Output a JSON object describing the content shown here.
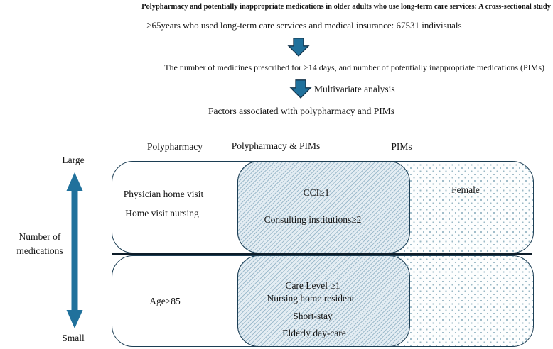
{
  "title": "Polypharmacy and potentially inappropriate medications in older adults who use long-term care services: A cross-sectional study",
  "flow": {
    "population": "≥65years who used long-term care services and medical insurance: 67531 indivisuals",
    "measures": "The number of medicines prescribed for ≥14 days, and number of potentially inappropriate medications (PIMs)",
    "analysis_label": "Multivariate analysis",
    "outcome": "Factors associated with polypharmacy and PIMs"
  },
  "columns": {
    "left": "Polypharmacy",
    "middle": "Polypharmacy & PIMs",
    "right": "PIMs"
  },
  "axis": {
    "top": "Large",
    "bottom": "Small",
    "label_line1": "Number of",
    "label_line2": "medications"
  },
  "regions": {
    "polypharmacy_large": {
      "items": [
        "Physician home visit",
        "Home visit nursing"
      ]
    },
    "both_large": {
      "items": [
        "CCI≥1",
        "Consulting institutions≥2"
      ]
    },
    "pims_large": {
      "items": [
        "Female"
      ]
    },
    "polypharmacy_small": {
      "items": [
        "Age≥85"
      ]
    },
    "both_small": {
      "items": [
        "Care Level ≥1",
        "Nursing home resident",
        "Short-stay",
        "Elderly day-care"
      ]
    }
  },
  "icons": {
    "down_arrow_1": "down-block-arrow",
    "down_arrow_2": "down-block-arrow",
    "vertical_axis_arrow": "up-down-double-arrow"
  },
  "colors": {
    "arrow": "#20719c",
    "arrow_outline": "#143349",
    "box_border": "#1c3e54",
    "separator": "#0d1c28",
    "hatch_bg": "#e4edf3",
    "hatch_line": "#9fbccd",
    "dot": "#9bb9c6"
  }
}
